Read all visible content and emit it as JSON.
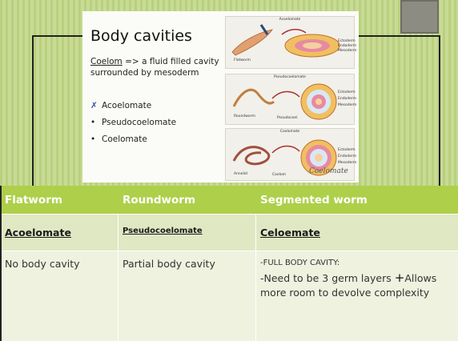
{
  "slide": {
    "title": "Body cavities",
    "definition_term": "Coelom",
    "definition_rest": " => a fluid filled cavity surrounded by mesoderm",
    "list": [
      {
        "mark": "✗",
        "text": "Acoelomate"
      },
      {
        "mark": "•",
        "text": "Pseudocoelomate"
      },
      {
        "mark": "•",
        "text": "Coelomate"
      }
    ],
    "panels": [
      {
        "title": "Acoelomate",
        "organism": "Flatworm",
        "layers": [
          "Ectoderm",
          "Endoderm",
          "Mesoderm"
        ]
      },
      {
        "title": "Pseudocoelomate",
        "organism": "Roundworm",
        "extra": "Pseudocoel",
        "layers": [
          "Ectoderm",
          "Endoderm",
          "Mesoderm"
        ]
      },
      {
        "title": "Coelomate",
        "organism": "Annelid",
        "extra": "Coelom",
        "layers": [
          "Ectoderm",
          "Endoderm",
          "Mesoderm"
        ]
      }
    ],
    "handwriting": "Coelomate"
  },
  "table": {
    "headers": [
      "Flatworm",
      "Roundworm",
      "Segmented worm"
    ],
    "types": [
      "Acoelomate",
      "Pseudocoelomate",
      "Celoemate"
    ],
    "descriptions": {
      "col1": "No body cavity",
      "col2": "Partial body cavity",
      "col3_line1": "-FULL BODY CAVITY:",
      "col3_line2": "-Need to be 3 germ layers",
      "col3_plus": "+",
      "col3_line3": "Allows more room to devolve complexity"
    }
  },
  "colors": {
    "header_green": "#aecf4a",
    "row_light": "#dfe8c3",
    "row_lighter": "#eef2df",
    "stripe_green": "#b9d07e"
  }
}
